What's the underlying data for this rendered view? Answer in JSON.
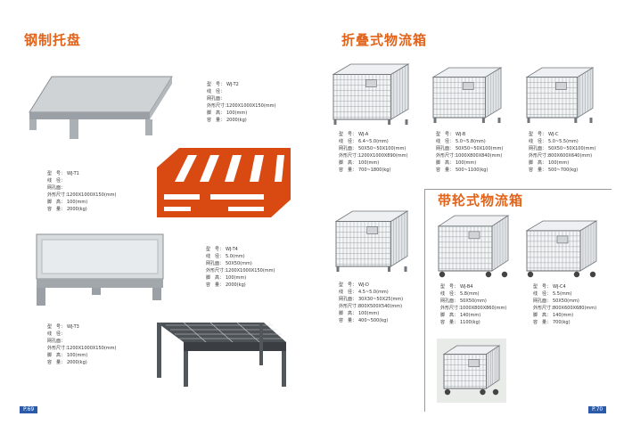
{
  "left_page": {
    "heading": "钢制托盘",
    "page_no": "P.69"
  },
  "right_page": {
    "heading_folding": "折叠式物流箱",
    "heading_wheeled": "带轮式物流箱",
    "page_no": "P.70"
  },
  "specs": {
    "wj_t2": {
      "rows": [
        {
          "label": "型　号：",
          "value": "WJ-T2"
        },
        {
          "label": "线　径：",
          "value": ""
        },
        {
          "label": "网孔面：",
          "value": ""
        },
        {
          "label": "外形尺寸：",
          "value": "1200X1000X150(mm)"
        },
        {
          "label": "脚　高：",
          "value": "100(mm)"
        },
        {
          "label": "容　量：",
          "value": "2000(kg)"
        }
      ]
    },
    "wj_t1": {
      "rows": [
        {
          "label": "型　号：",
          "value": "WJ-T1"
        },
        {
          "label": "线　径：",
          "value": ""
        },
        {
          "label": "网孔面：",
          "value": ""
        },
        {
          "label": "外形尺寸：",
          "value": "1200X1000X150(mm)"
        },
        {
          "label": "脚　高：",
          "value": "100(mm)"
        },
        {
          "label": "容　量：",
          "value": "2000(kg)"
        }
      ]
    },
    "wj_t4": {
      "rows": [
        {
          "label": "型　号：",
          "value": "WJ-T4"
        },
        {
          "label": "线　径：",
          "value": "5.0(mm)"
        },
        {
          "label": "网孔面：",
          "value": "50X50(mm)"
        },
        {
          "label": "外形尺寸：",
          "value": "1200X1000X150(mm)"
        },
        {
          "label": "脚　高：",
          "value": "100(mm)"
        },
        {
          "label": "容　量：",
          "value": "2000(kg)"
        }
      ]
    },
    "wj_t3": {
      "rows": [
        {
          "label": "型　号：",
          "value": "WJ-T3"
        },
        {
          "label": "线　径：",
          "value": ""
        },
        {
          "label": "网孔面：",
          "value": ""
        },
        {
          "label": "外形尺寸：",
          "value": "1200X1000X150(mm)"
        },
        {
          "label": "脚　高：",
          "value": "100(mm)"
        },
        {
          "label": "容　量：",
          "value": "2000(kg)"
        }
      ]
    },
    "wj_a": {
      "rows": [
        {
          "label": "型　号：",
          "value": "WJ-A"
        },
        {
          "label": "线　径：",
          "value": "6.4~5.0(mm)"
        },
        {
          "label": "网孔面：",
          "value": "50X50~50X100(mm)"
        },
        {
          "label": "外形尺寸：",
          "value": "1200X1000X890(mm)"
        },
        {
          "label": "脚　高：",
          "value": "100(mm)"
        },
        {
          "label": "容　量：",
          "value": "700~1800(kg)"
        }
      ]
    },
    "wj_b": {
      "rows": [
        {
          "label": "型　号：",
          "value": "WJ-B"
        },
        {
          "label": "线　径：",
          "value": "5.0~5.8(mm)"
        },
        {
          "label": "网孔面：",
          "value": "50X50~50X100(mm)"
        },
        {
          "label": "外形尺寸：",
          "value": "1000X800X840(mm)"
        },
        {
          "label": "脚　高：",
          "value": "100(mm)"
        },
        {
          "label": "容　量：",
          "value": "500~1100(kg)"
        }
      ]
    },
    "wj_c": {
      "rows": [
        {
          "label": "型　号：",
          "value": "WJ-C"
        },
        {
          "label": "线　径：",
          "value": "5.0~5.5(mm)"
        },
        {
          "label": "网孔面：",
          "value": "50X50~50X100(mm)"
        },
        {
          "label": "外形尺寸：",
          "value": "800X600X640(mm)"
        },
        {
          "label": "脚　高：",
          "value": "100(mm)"
        },
        {
          "label": "容　量：",
          "value": "500~700(kg)"
        }
      ]
    },
    "wj_d": {
      "rows": [
        {
          "label": "型　号：",
          "value": "WJ-D"
        },
        {
          "label": "线　径：",
          "value": "4.5~5.0(mm)"
        },
        {
          "label": "网孔面：",
          "value": "30X30~50X25(mm)"
        },
        {
          "label": "外形尺寸：",
          "value": "800X500X540(mm)"
        },
        {
          "label": "脚　高：",
          "value": "100(mm)"
        },
        {
          "label": "容　量：",
          "value": "400~500(kg)"
        }
      ]
    },
    "wj_b4": {
      "rows": [
        {
          "label": "型　号：",
          "value": "WJ-B4"
        },
        {
          "label": "线　径：",
          "value": "5.8(mm)"
        },
        {
          "label": "网孔面：",
          "value": "50X50(mm)"
        },
        {
          "label": "外形尺寸：",
          "value": "1000X800X860(mm)"
        },
        {
          "label": "脚　高：",
          "value": "140(mm)"
        },
        {
          "label": "容　量：",
          "value": "1100(kg)"
        }
      ]
    },
    "wj_c4": {
      "rows": [
        {
          "label": "型　号：",
          "value": "WJ-C4"
        },
        {
          "label": "线　径：",
          "value": "5.5(mm)"
        },
        {
          "label": "网孔面：",
          "value": "50X50(mm)"
        },
        {
          "label": "外形尺寸：",
          "value": "800X600X680(mm)"
        },
        {
          "label": "脚　高：",
          "value": "140(mm)"
        },
        {
          "label": "容　量：",
          "value": "700(kg)"
        }
      ]
    }
  },
  "colors": {
    "heading": "#e0641c",
    "red_pallet": "#d94a12",
    "page_badge": "#2b5aa8"
  }
}
